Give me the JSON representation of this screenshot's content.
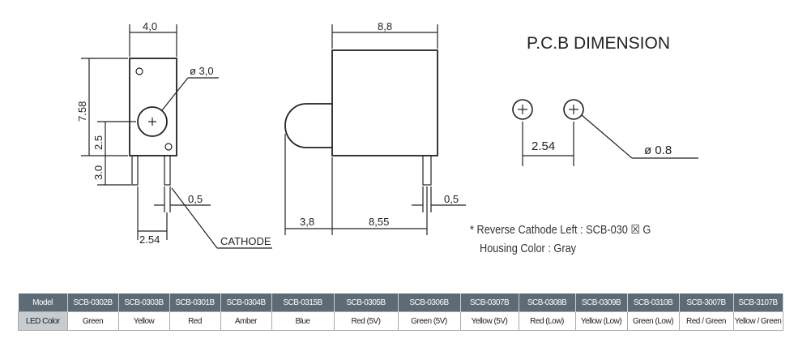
{
  "side_view": {
    "width": "4,0",
    "height": "7.58",
    "led_height": "2.5",
    "pin_length": "3.0",
    "led_diameter": "ø 3,0",
    "pin_width": "0,5",
    "pin_pitch": "2.54",
    "cathode_label": "CATHODE"
  },
  "front_view": {
    "width": "8,8",
    "led_protrusion": "3,8",
    "body_depth": "8,55",
    "pin_width": "0,5"
  },
  "pcb": {
    "title": "P.C.B DIMENSION",
    "pitch": "2.54",
    "hole_diameter": "ø 0.8"
  },
  "notes": {
    "line1": "* Reverse Cathode Left : SCB-030 ☒ G",
    "line2": "Housing Color : Gray"
  },
  "table": {
    "row_labels": [
      "Model",
      "LED Color"
    ],
    "models": [
      "SCB-0302B",
      "SCB-0303B",
      "SCB-0301B",
      "SCB-0304B",
      "SCB-0315B",
      "SCB-0305B",
      "SCB-0306B",
      "SCB-0307B",
      "SCB-0308B",
      "SCB-0309B",
      "SCB-0310B",
      "SCB-3007B",
      "SCB-3107B"
    ],
    "colors": [
      "Green",
      "Yellow",
      "Red",
      "Amber",
      "Blue",
      "Red (5V)",
      "Green (5V)",
      "Yellow (5V)",
      "Red (Low)",
      "Yellow (Low)",
      "Green (Low)",
      "Red / Green",
      "Yellow / Green"
    ]
  }
}
